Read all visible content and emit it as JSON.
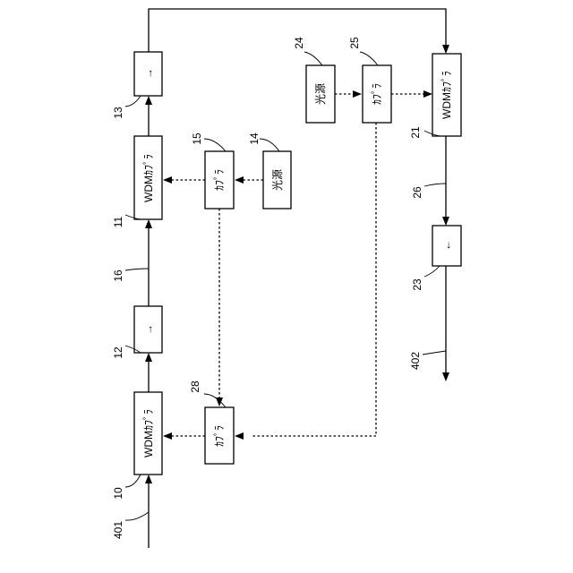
{
  "blocks": {
    "wdm_10": "WDMｶﾌﾟﾗ",
    "isolator_12": "→",
    "wdm_11": "WDMｶﾌﾟﾗ",
    "isolator_13": "→",
    "coupler_15": "ｶﾌﾟﾗ",
    "light_source_14": "光源",
    "coupler_28": "ｶﾌﾟﾗ",
    "light_source_24": "光源",
    "coupler_25": "ｶﾌﾟﾗ",
    "wdm_21": "WDMｶﾌﾟﾗ",
    "isolator_23": "←"
  },
  "refs": {
    "r401": "401",
    "r10": "10",
    "r12": "12",
    "r16": "16",
    "r11": "11",
    "r13": "13",
    "r15": "15",
    "r14": "14",
    "r28": "28",
    "r24": "24",
    "r25": "25",
    "r21": "21",
    "r26": "26",
    "r23": "23",
    "r402": "402"
  }
}
